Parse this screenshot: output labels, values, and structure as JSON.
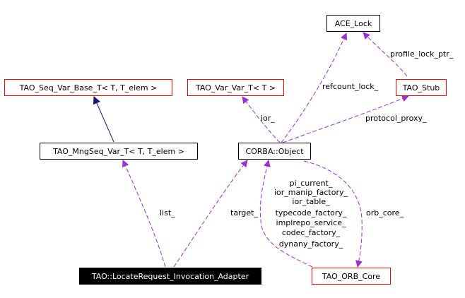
{
  "nodes": {
    "ace_lock": "ACE_Lock",
    "seq_var_base": "TAO_Seq_Var_Base_T< T, T_elem >",
    "var_var": "TAO_Var_Var_T< T >",
    "tao_stub": "TAO_Stub",
    "mngseq_var": "TAO_MngSeq_Var_T< T, T_elem >",
    "corba_object": "CORBA::Object",
    "adapter": "TAO::LocateRequest_Invocation_Adapter",
    "orb_core": "TAO_ORB_Core"
  },
  "edge_labels": {
    "profile_lock_ptr": "profile_lock_ptr_",
    "refcount_lock": "refcount_lock_",
    "protocol_proxy": "protocol_proxy_",
    "ior": "ior_",
    "list": "list_",
    "target": "target_",
    "orb_core": "orb_core_",
    "orb_core_members": [
      "pi_current_",
      "ior_manip_factory_",
      "ior_table_",
      "typecode_factory_",
      "implrepo_service_",
      "codec_factory_",
      "dynany_factory_"
    ]
  },
  "colors": {
    "usage_edge": "#9a32cd",
    "inheritance_edge": "#191970",
    "black_border": "#000000",
    "red_border": "#ff0000"
  }
}
